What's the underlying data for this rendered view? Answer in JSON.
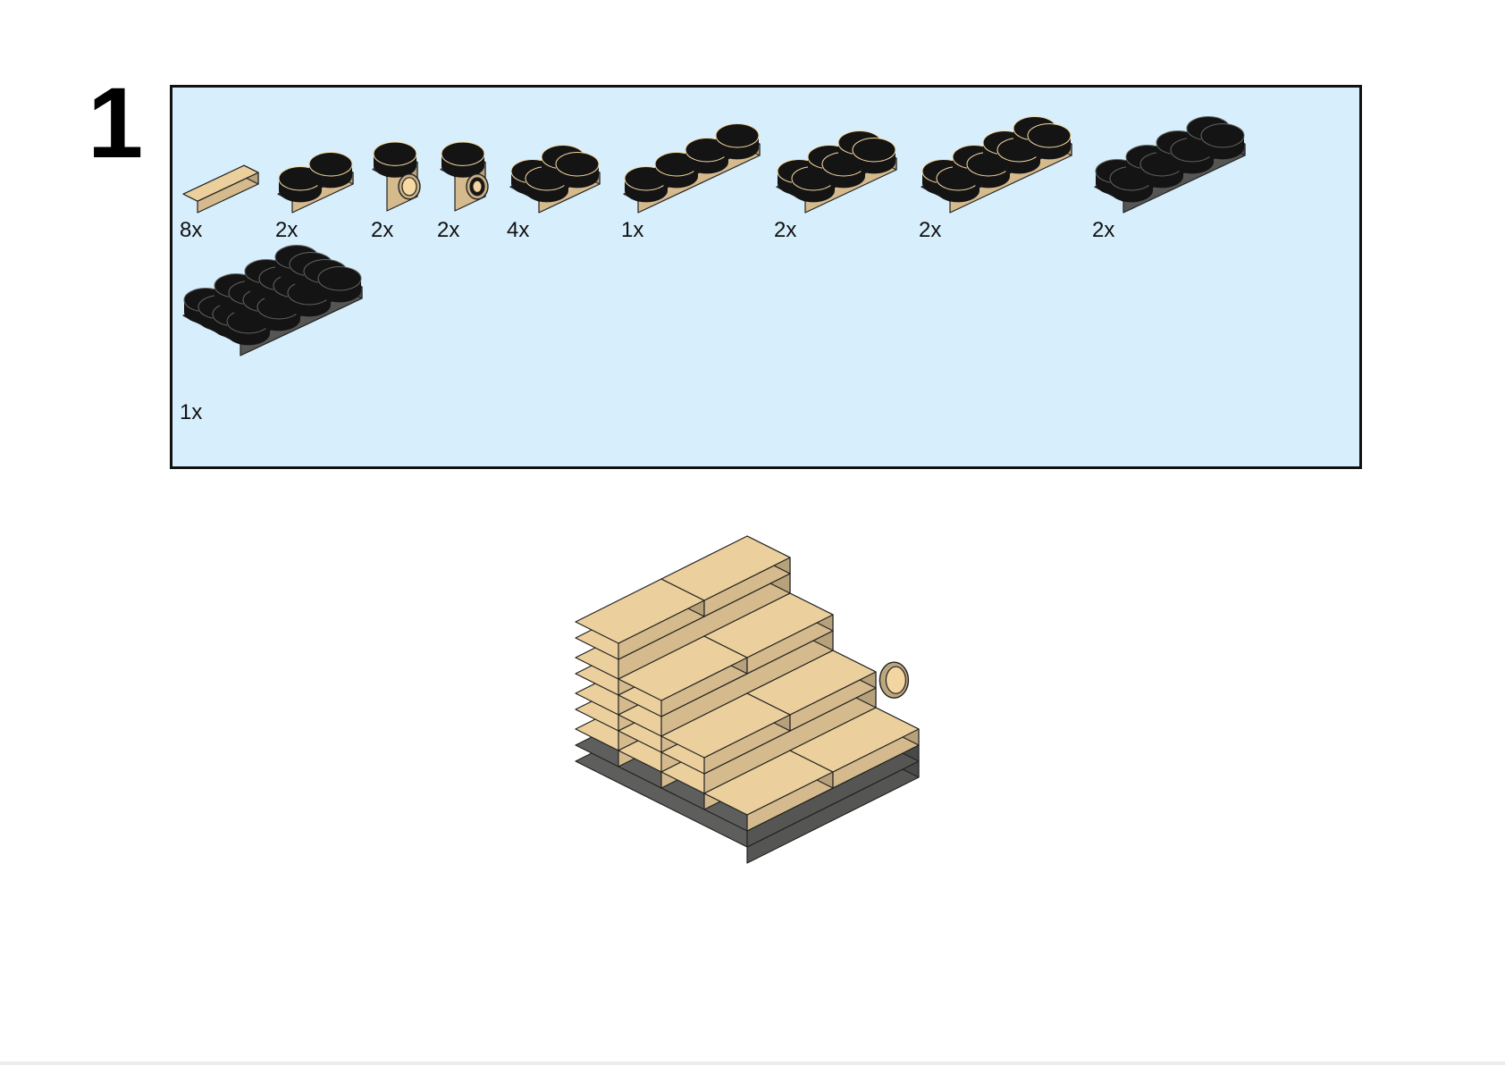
{
  "step": {
    "number": "1"
  },
  "colors": {
    "tan": "#ebcf9c",
    "tan_side": "#d8b985",
    "dark_gray": "#5e5e5c",
    "dark_gray_side": "#4a4a48",
    "stud_top": "#141414",
    "parts_background": "#d7effc",
    "outline": "#222222"
  },
  "parts": [
    {
      "quantity": "8x",
      "color": "tan",
      "icon": "tan-1x2-tile-icon"
    },
    {
      "quantity": "2x",
      "color": "tan",
      "icon": "tan-1x2-plate-icon"
    },
    {
      "quantity": "2x",
      "color": "tan",
      "icon": "tan-technic-brick-hole-icon"
    },
    {
      "quantity": "2x",
      "color": "tan",
      "icon": "tan-technic-brick-pin-hole-icon"
    },
    {
      "quantity": "4x",
      "color": "tan",
      "icon": "tan-2x2-plate-icon"
    },
    {
      "quantity": "1x",
      "color": "tan",
      "icon": "tan-1x4-plate-icon"
    },
    {
      "quantity": "2x",
      "color": "tan",
      "icon": "tan-2x3-plate-icon"
    },
    {
      "quantity": "2x",
      "color": "tan",
      "icon": "tan-2x4-plate-icon"
    },
    {
      "quantity": "2x",
      "color": "dark_gray",
      "icon": "dark-gray-2x4-plate-icon"
    },
    {
      "quantity": "1x",
      "color": "dark_gray",
      "icon": "dark-gray-4x4-plate-icon"
    }
  ],
  "assembly": {
    "icon": "staircase-assembly-icon"
  }
}
